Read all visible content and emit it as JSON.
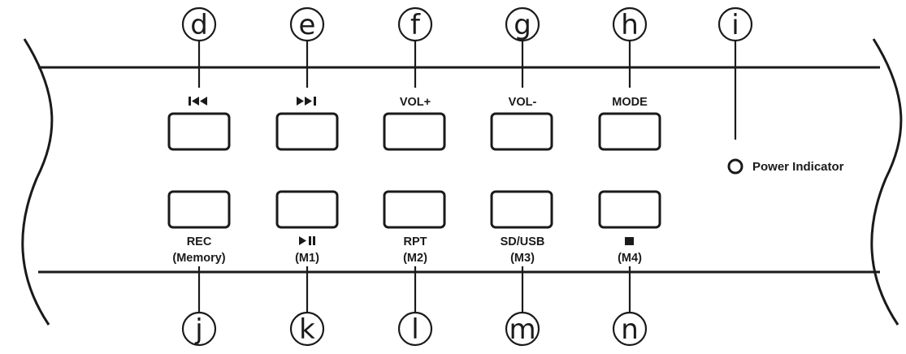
{
  "top_buttons": [
    {
      "callout": "d",
      "label": "prev",
      "icon": "skip-previous-icon"
    },
    {
      "callout": "e",
      "label": "next",
      "icon": "skip-next-icon"
    },
    {
      "callout": "f",
      "label": "VOL+"
    },
    {
      "callout": "g",
      "label": "VOL-"
    },
    {
      "callout": "h",
      "label": "MODE"
    }
  ],
  "indicator": {
    "callout": "i",
    "label": "Power Indicator"
  },
  "bottom_buttons": [
    {
      "callout": "j",
      "line1": "REC",
      "line2": "(Memory)"
    },
    {
      "callout": "k",
      "line1": "",
      "line2": "(M1)",
      "icon": "play-pause-icon"
    },
    {
      "callout": "l",
      "line1": "RPT",
      "line2": "(M2)"
    },
    {
      "callout": "m",
      "line1": "SD/USB",
      "line2": "(M3)"
    },
    {
      "callout": "n",
      "line1": "",
      "line2": "(M4)",
      "icon": "stop-icon"
    }
  ]
}
